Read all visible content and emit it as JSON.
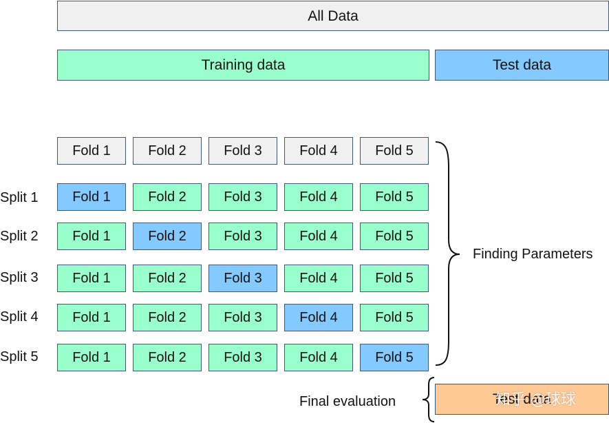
{
  "all_data_label": "All Data",
  "training_label": "Training data",
  "test_label": "Test data",
  "fold_header": [
    "Fold 1",
    "Fold 2",
    "Fold 3",
    "Fold 4",
    "Fold 5"
  ],
  "splits": [
    {
      "label": "Split 1",
      "folds": [
        "Fold 1",
        "Fold 2",
        "Fold 3",
        "Fold 4",
        "Fold 5"
      ],
      "test_index": 0
    },
    {
      "label": "Split 2",
      "folds": [
        "Fold 1",
        "Fold 2",
        "Fold 3",
        "Fold 4",
        "Fold 5"
      ],
      "test_index": 1
    },
    {
      "label": "Split 3",
      "folds": [
        "Fold 1",
        "Fold 2",
        "Fold 3",
        "Fold 4",
        "Fold 5"
      ],
      "test_index": 2
    },
    {
      "label": "Split 4",
      "folds": [
        "Fold 1",
        "Fold 2",
        "Fold 3",
        "Fold 4",
        "Fold 5"
      ],
      "test_index": 3
    },
    {
      "label": "Split 5",
      "folds": [
        "Fold 1",
        "Fold 2",
        "Fold 3",
        "Fold 4",
        "Fold 5"
      ],
      "test_index": 4
    }
  ],
  "finding_parameters_label": "Finding Parameters",
  "final_evaluation_label": "Final evaluation",
  "final_test_label": "Test data",
  "watermark": "知乎 @球球",
  "colors": {
    "gray": "#f0f0f0",
    "green": "#99ffcc",
    "blue": "#84c9ff",
    "orange": "#ffc996",
    "border": "#3f5675"
  }
}
